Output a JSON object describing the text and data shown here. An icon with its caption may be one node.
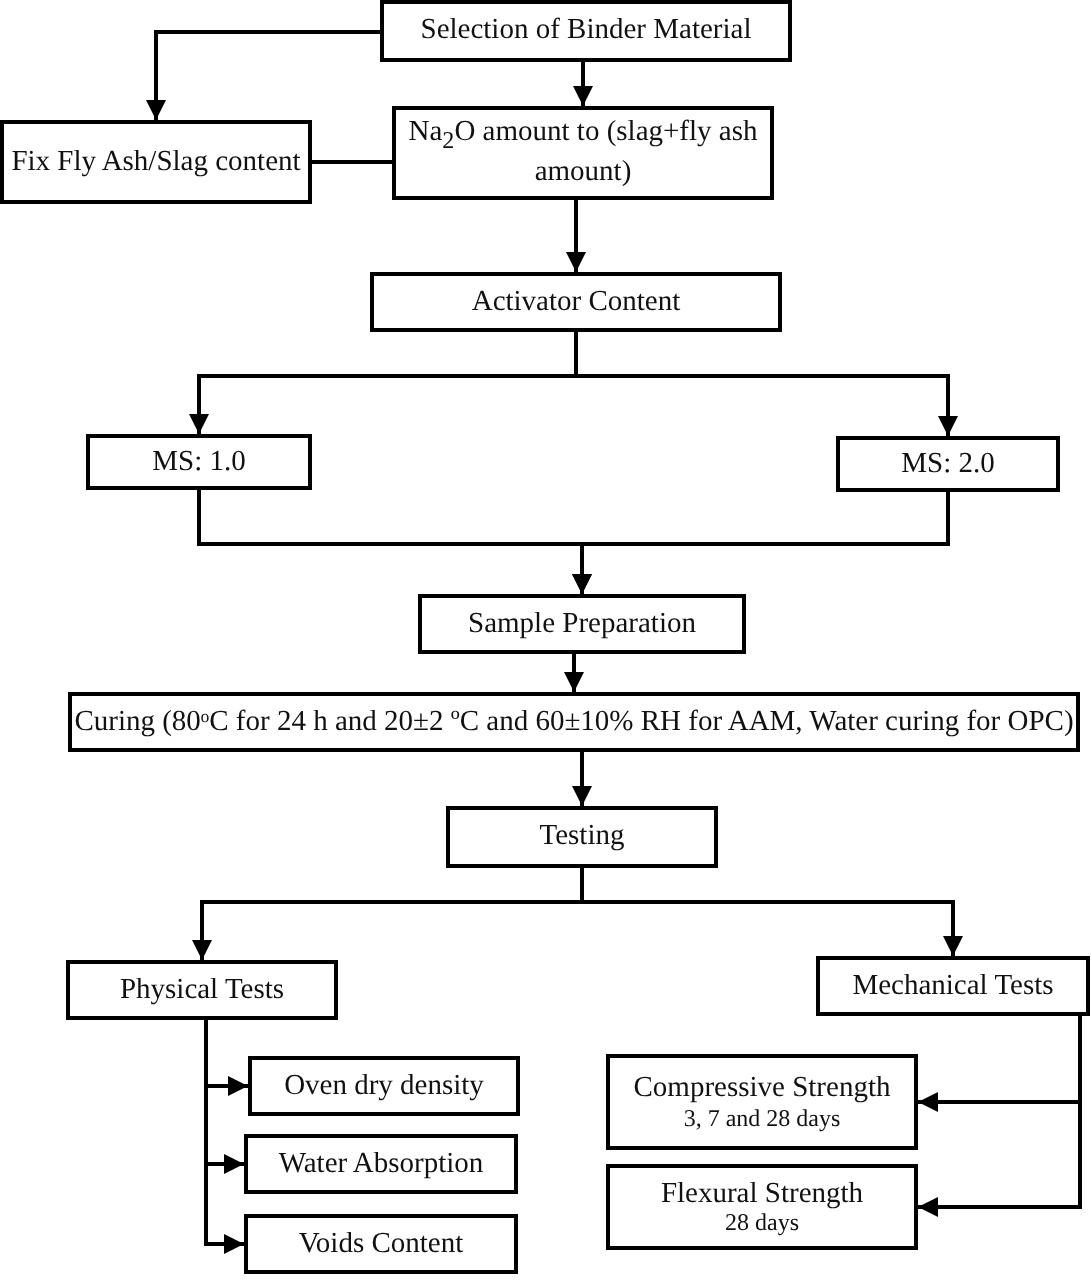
{
  "diagram": {
    "nodes": [
      {
        "text": [
          "Selection of Binder Material"
        ]
      },
      {
        "text": [
          "Fix Fly Ash/Slag content"
        ]
      },
      {
        "text": [
          "Na$_{2}$O amount to (slag+fly ash amount)"
        ]
      },
      {
        "text": [
          "Activator Content"
        ]
      },
      {
        "text": [
          "MS: 1.0"
        ]
      },
      {
        "text": [
          "MS: 2.0"
        ]
      },
      {
        "text": [
          "Sample Preparation"
        ]
      },
      {
        "text": [
          "Curing (80ᵒC for 24 h and 20±2 ºC and 60±10% RH for AAM, Water curing for OPC)"
        ]
      },
      {
        "text": [
          "Testing"
        ]
      },
      {
        "text": [
          "Physical Tests"
        ]
      },
      {
        "text": [
          "Mechanical Tests"
        ]
      },
      {
        "text": [
          "Oven dry density"
        ]
      },
      {
        "text": [
          "Water Absorption"
        ]
      },
      {
        "text": [
          "Voids Content"
        ]
      },
      {
        "text": [
          "Compressive Strength",
          "3, 7 and 28 days"
        ]
      },
      {
        "text": [
          "Flexural Strength",
          "28 days"
        ]
      }
    ],
    "edges": [
      {
        "from": 0,
        "to": 1,
        "arrow": "to"
      },
      {
        "from": 0,
        "to": 2,
        "arrow": "to"
      },
      {
        "from": 2,
        "to": 1,
        "arrow": "none"
      },
      {
        "from": 2,
        "to": 3,
        "arrow": "to"
      },
      {
        "from": 3,
        "to": 4,
        "arrow": "to"
      },
      {
        "from": 3,
        "to": 5,
        "arrow": "to"
      },
      {
        "from": 4,
        "to": 6,
        "arrow": "to"
      },
      {
        "from": 5,
        "to": 6,
        "arrow": "to"
      },
      {
        "from": 6,
        "to": 7,
        "arrow": "to"
      },
      {
        "from": 7,
        "to": 8,
        "arrow": "to"
      },
      {
        "from": 8,
        "to": 9,
        "arrow": "to"
      },
      {
        "from": 8,
        "to": 10,
        "arrow": "to"
      },
      {
        "from": 9,
        "to": 11,
        "arrow": "to"
      },
      {
        "from": 9,
        "to": 12,
        "arrow": "to"
      },
      {
        "from": 9,
        "to": 13,
        "arrow": "to"
      },
      {
        "from": 10,
        "to": 14,
        "arrow": "to"
      },
      {
        "from": 10,
        "to": 15,
        "arrow": "to"
      }
    ]
  }
}
